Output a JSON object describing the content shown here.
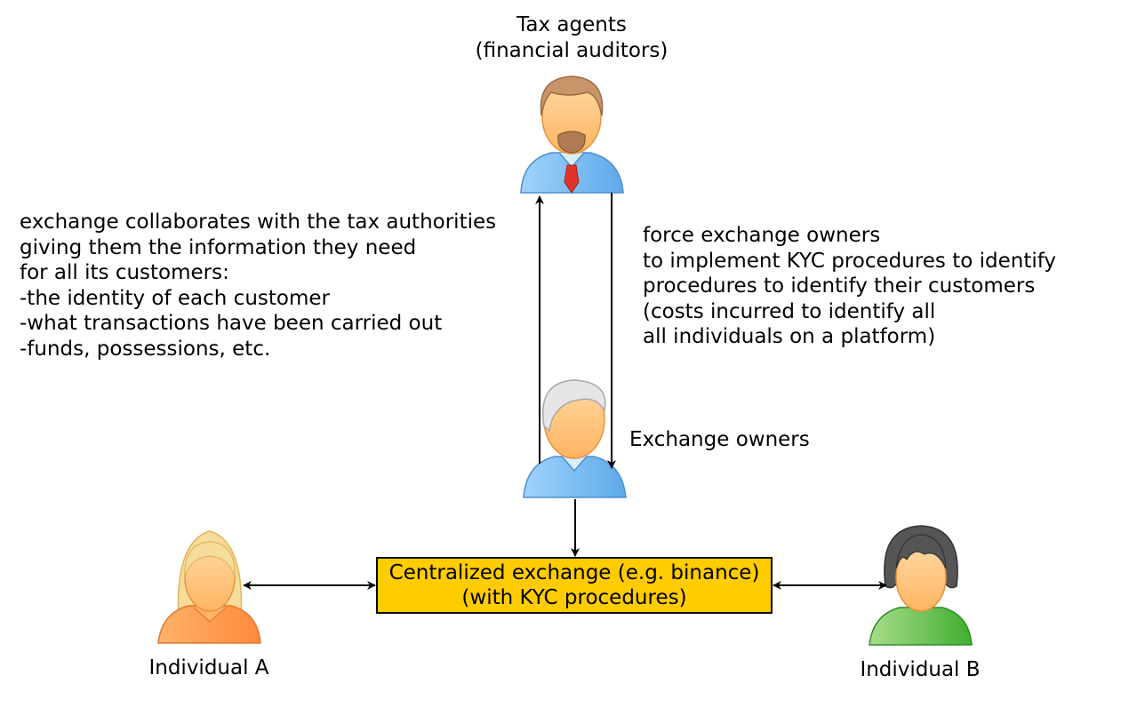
{
  "tax_agents": {
    "title_line1": "Tax agents",
    "title_line2": "(financial auditors)"
  },
  "left_note": {
    "lines": [
      "exchange collaborates with the tax authorities",
      "giving them the information they need",
      "for all its customers:",
      "-the identity of each customer",
      "-what transactions have been carried out",
      "-funds, possessions, etc."
    ]
  },
  "right_note": {
    "lines": [
      "force exchange owners",
      "to implement KYC procedures to identify",
      "procedures to identify their customers",
      "(costs incurred to identify all",
      "all individuals on a platform)"
    ]
  },
  "exchange_owners": {
    "label": "Exchange owners"
  },
  "exchange_box": {
    "line1": "Centralized exchange (e.g. binance)",
    "line2": "(with KYC procedures)",
    "fill": "#ffcc00"
  },
  "individual_a": {
    "label": "Individual A"
  },
  "individual_b": {
    "label": "Individual B"
  }
}
